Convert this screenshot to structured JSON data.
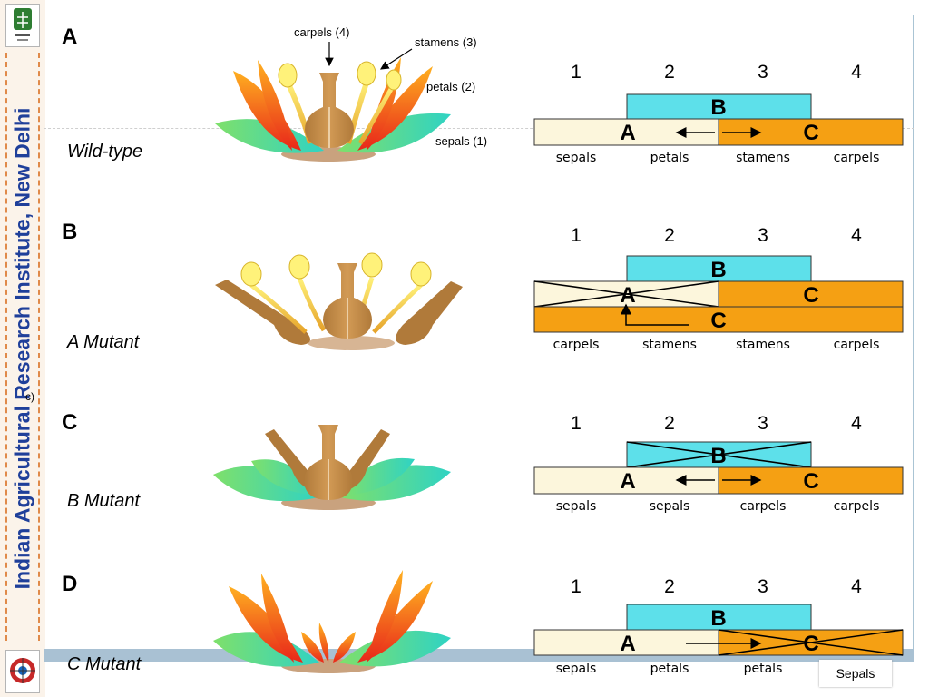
{
  "sidebar": {
    "title": "Indian Agricultural Research Institute, New Delhi",
    "note": "c)",
    "logo_top_icon": "institute-logo-icon",
    "logo_bottom_icon": "emblem-logo-icon"
  },
  "footer": {
    "label": "Sepals"
  },
  "colors": {
    "A": "#fcf6dc",
    "B": "#5de0ea",
    "C": "#f5a013"
  },
  "panels": [
    {
      "letter": "A",
      "label": "Wild-type",
      "flower_labels": [
        "carpels (4)",
        "stamens (3)",
        "petals (2)",
        "sepals (1)"
      ],
      "whorl_numbers": [
        "1",
        "2",
        "3",
        "4"
      ],
      "boxes": {
        "B": "B",
        "A": "A",
        "C": "C"
      },
      "organs": [
        "sepals",
        "petals",
        "stamens",
        "carpels"
      ]
    },
    {
      "letter": "B",
      "label": "A Mutant",
      "whorl_numbers": [
        "1",
        "2",
        "3",
        "4"
      ],
      "boxes": {
        "B": "B",
        "A": "A",
        "C": "C",
        "C2": "C"
      },
      "organs": [
        "carpels",
        "stamens",
        "stamens",
        "carpels"
      ]
    },
    {
      "letter": "C",
      "label": "B Mutant",
      "whorl_numbers": [
        "1",
        "2",
        "3",
        "4"
      ],
      "boxes": {
        "B": "B",
        "A": "A",
        "C": "C"
      },
      "organs": [
        "sepals",
        "sepals",
        "carpels",
        "carpels"
      ]
    },
    {
      "letter": "D",
      "label": "C Mutant",
      "whorl_numbers": [
        "1",
        "2",
        "3",
        "4"
      ],
      "boxes": {
        "B": "B",
        "A": "A",
        "C": "C"
      },
      "organs": [
        "sepals",
        "petals",
        "petals"
      ]
    }
  ]
}
